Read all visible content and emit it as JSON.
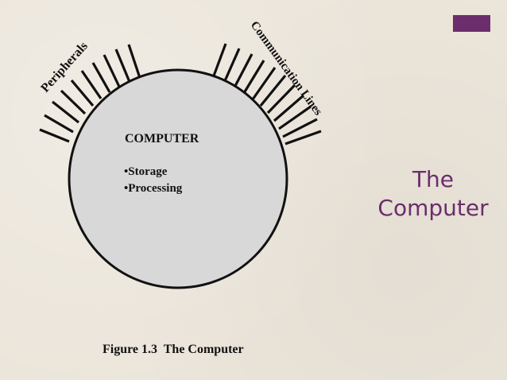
{
  "slide": {
    "title_line1": "The",
    "title_line2": "Computer",
    "accent_color": "#6b2d6c",
    "circle_fill": "#d8d8d8"
  },
  "diagram": {
    "box_title": "COMPUTER",
    "items": [
      "•Storage",
      "•Processing"
    ],
    "peripherals_label": "Peripherals",
    "comm_label": "Communication Lines",
    "caption": "Figure 1.3  The Computer"
  }
}
